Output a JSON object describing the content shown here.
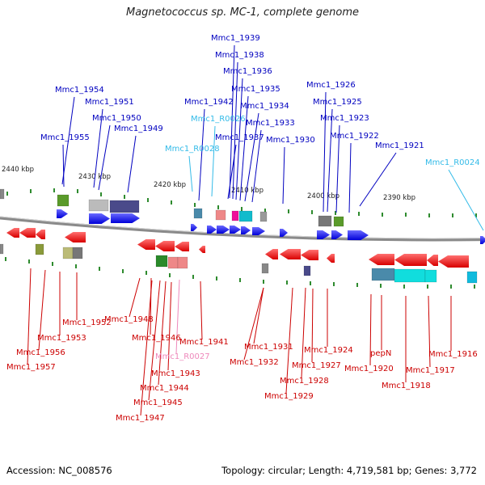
{
  "title": "Magnetococcus sp. MC-1, complete genome",
  "footer": {
    "accession": "Accession: NC_008576",
    "summary": "Topology: circular; Length: 4,719,581 bp; Genes: 3,772"
  },
  "colors": {
    "forward_label": "#0000c0",
    "reverse_label": "#cc0000",
    "rna_forward_label": "#33bbe8",
    "rna_reverse_label": "#ee88bb",
    "forward_gene": "#0a0aee",
    "reverse_gene": "#ee0a0a",
    "backbone": "#8a8a8a",
    "tick": "#2e8b2e"
  },
  "kbp_ticks": [
    "2440 kbp",
    "2430 kbp",
    "2420 kbp",
    "2410 kbp",
    "2400 kbp",
    "2390 kbp"
  ],
  "top_labels": [
    {
      "text": "Mmc1_1939",
      "type": "cds"
    },
    {
      "text": "Mmc1_1938",
      "type": "cds"
    },
    {
      "text": "Mmc1_1936",
      "type": "cds"
    },
    {
      "text": "Mmc1_1935",
      "type": "cds"
    },
    {
      "text": "Mmc1_1934",
      "type": "cds"
    },
    {
      "text": "Mmc1_1942",
      "type": "cds"
    },
    {
      "text": "Mmc1_1933",
      "type": "cds"
    },
    {
      "text": "Mmc1_R0026",
      "type": "rna"
    },
    {
      "text": "Mmc1_1937",
      "type": "cds"
    },
    {
      "text": "Mmc1_R0028",
      "type": "rna"
    },
    {
      "text": "Mmc1_1930",
      "type": "cds"
    },
    {
      "text": "Mmc1_1954",
      "type": "cds"
    },
    {
      "text": "Mmc1_1951",
      "type": "cds"
    },
    {
      "text": "Mmc1_1950",
      "type": "cds"
    },
    {
      "text": "Mmc1_1949",
      "type": "cds"
    },
    {
      "text": "Mmc1_1955",
      "type": "cds"
    },
    {
      "text": "Mmc1_1926",
      "type": "cds"
    },
    {
      "text": "Mmc1_1925",
      "type": "cds"
    },
    {
      "text": "Mmc1_1923",
      "type": "cds"
    },
    {
      "text": "Mmc1_1922",
      "type": "cds"
    },
    {
      "text": "Mmc1_1921",
      "type": "cds"
    },
    {
      "text": "Mmc1_R0024",
      "type": "rna"
    }
  ],
  "bottom_labels": [
    {
      "text": "Mmc1_1952",
      "type": "cds"
    },
    {
      "text": "Mmc1_1953",
      "type": "cds"
    },
    {
      "text": "Mmc1_1956",
      "type": "cds"
    },
    {
      "text": "Mmc1_1957",
      "type": "cds"
    },
    {
      "text": "Mmc1_1948",
      "type": "cds"
    },
    {
      "text": "Mmc1_1946",
      "type": "cds"
    },
    {
      "text": "Mmc1_R0027",
      "type": "rna"
    },
    {
      "text": "Mmc1_1941",
      "type": "cds"
    },
    {
      "text": "Mmc1_1943",
      "type": "cds"
    },
    {
      "text": "Mmc1_1944",
      "type": "cds"
    },
    {
      "text": "Mmc1_1945",
      "type": "cds"
    },
    {
      "text": "Mmc1_1947",
      "type": "cds"
    },
    {
      "text": "Mmc1_1931",
      "type": "cds"
    },
    {
      "text": "Mmc1_1932",
      "type": "cds"
    },
    {
      "text": "Mmc1_1924",
      "type": "cds"
    },
    {
      "text": "Mmc1_1927",
      "type": "cds"
    },
    {
      "text": "Mmc1_1928",
      "type": "cds"
    },
    {
      "text": "Mmc1_1929",
      "type": "cds"
    },
    {
      "text": "pepN",
      "type": "cds"
    },
    {
      "text": "Mmc1_1920",
      "type": "cds"
    },
    {
      "text": "Mmc1_1916",
      "type": "cds"
    },
    {
      "text": "Mmc1_1917",
      "type": "cds"
    },
    {
      "text": "Mmc1_1918",
      "type": "cds"
    }
  ]
}
